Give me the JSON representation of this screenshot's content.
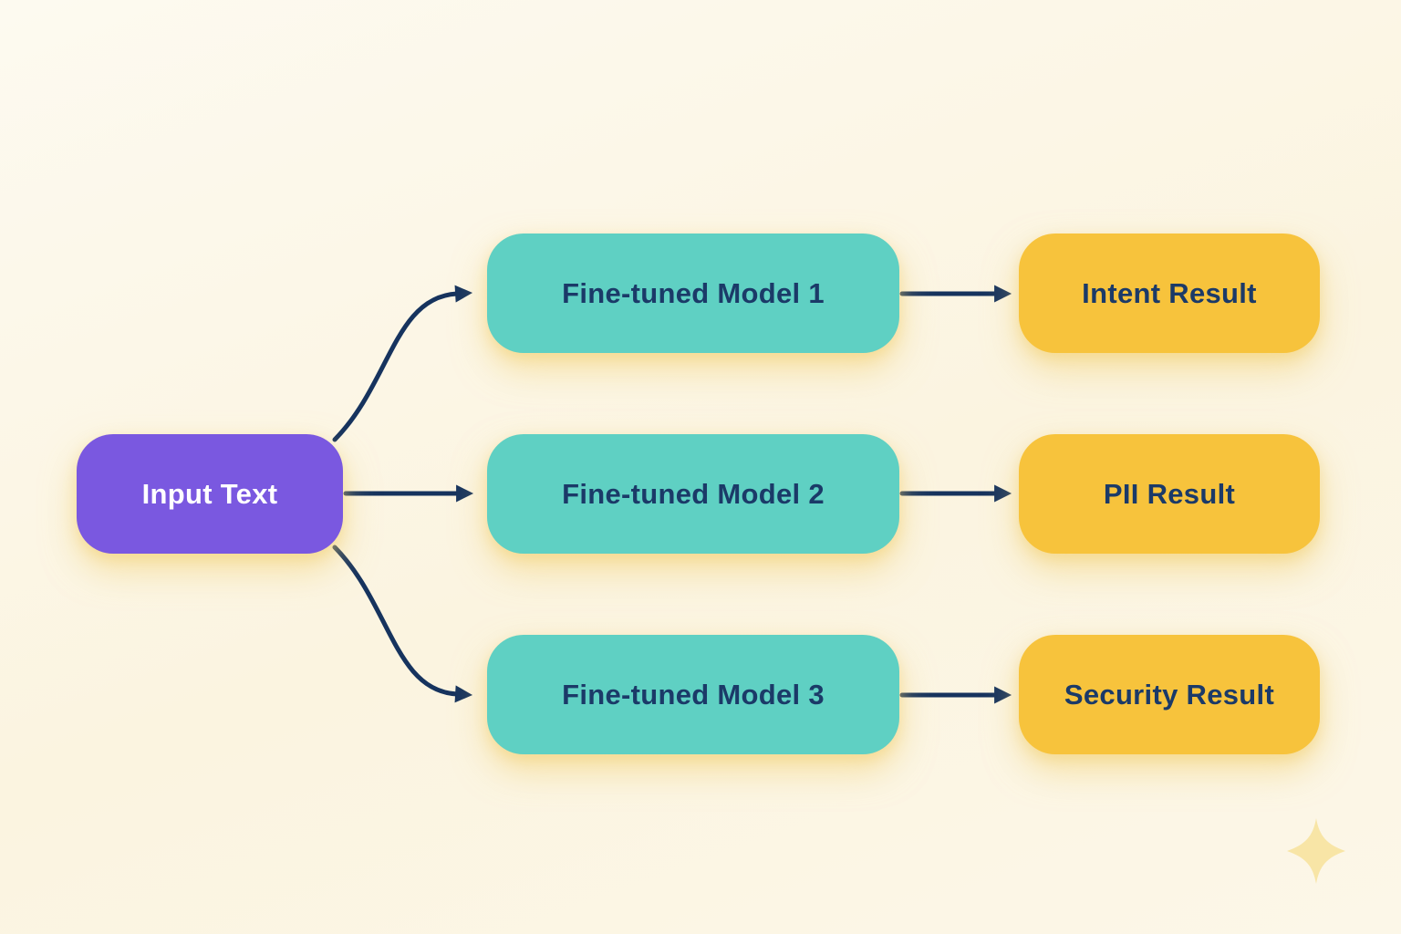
{
  "diagram": {
    "input": {
      "label": "Input Text"
    },
    "models": [
      {
        "label": "Fine-tuned Model 1"
      },
      {
        "label": "Fine-tuned Model 2"
      },
      {
        "label": "Fine-tuned Model 3"
      }
    ],
    "results": [
      {
        "label": "Intent Result"
      },
      {
        "label": "PII Result"
      },
      {
        "label": "Security Result"
      }
    ]
  },
  "icons": {
    "sparkle": "✦"
  },
  "colors": {
    "background_start": "#FDFAF0",
    "background_end": "#FBF4E0",
    "input_fill": "#7A58E0",
    "input_text": "#FFFFFF",
    "model_fill": "#5FD0C3",
    "result_fill": "#F7C33C",
    "label_text": "#1B3A68",
    "arrow": "#16335E",
    "sparkle": "#F8E5A6"
  }
}
